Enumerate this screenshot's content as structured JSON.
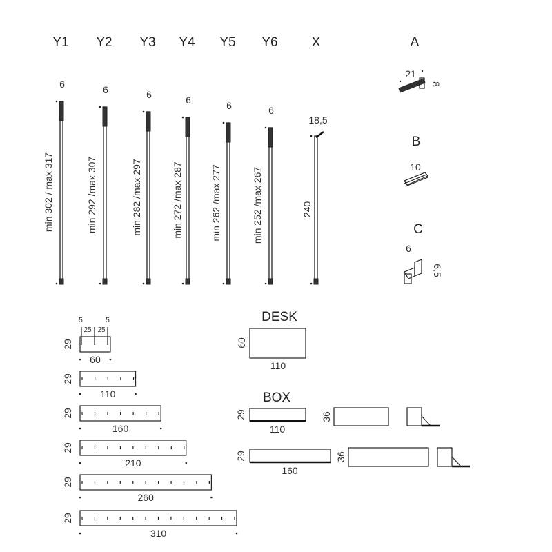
{
  "posts": [
    {
      "label": "Y1",
      "width": "6",
      "height": "min 302 / max 317"
    },
    {
      "label": "Y2",
      "width": "6",
      "height": "min 292 /max 307"
    },
    {
      "label": "Y3",
      "width": "6",
      "height": "min 282 /max 297"
    },
    {
      "label": "Y4",
      "width": "6",
      "height": "min 272 /max 287"
    },
    {
      "label": "Y5",
      "width": "6",
      "height": "min 262 /max 277"
    },
    {
      "label": "Y6",
      "width": "6",
      "height": "min 252 /max 267"
    },
    {
      "label": "X",
      "width": "18,5",
      "height": "240"
    }
  ],
  "fittings": [
    {
      "label": "A",
      "width": "21",
      "height": "8"
    },
    {
      "label": "B",
      "width": "10"
    },
    {
      "label": "C",
      "width": "6",
      "height": "6,5"
    }
  ],
  "shelves": {
    "depth": "29",
    "spacing": [
      "5",
      "25",
      "25",
      "5"
    ],
    "widths": [
      "60",
      "110",
      "160",
      "210",
      "260",
      "310"
    ]
  },
  "desk": {
    "label": "DESK",
    "depth": "60",
    "width": "110"
  },
  "box": {
    "label": "BOX",
    "depth": "29",
    "height": "36",
    "widths": [
      "110",
      "160"
    ]
  }
}
